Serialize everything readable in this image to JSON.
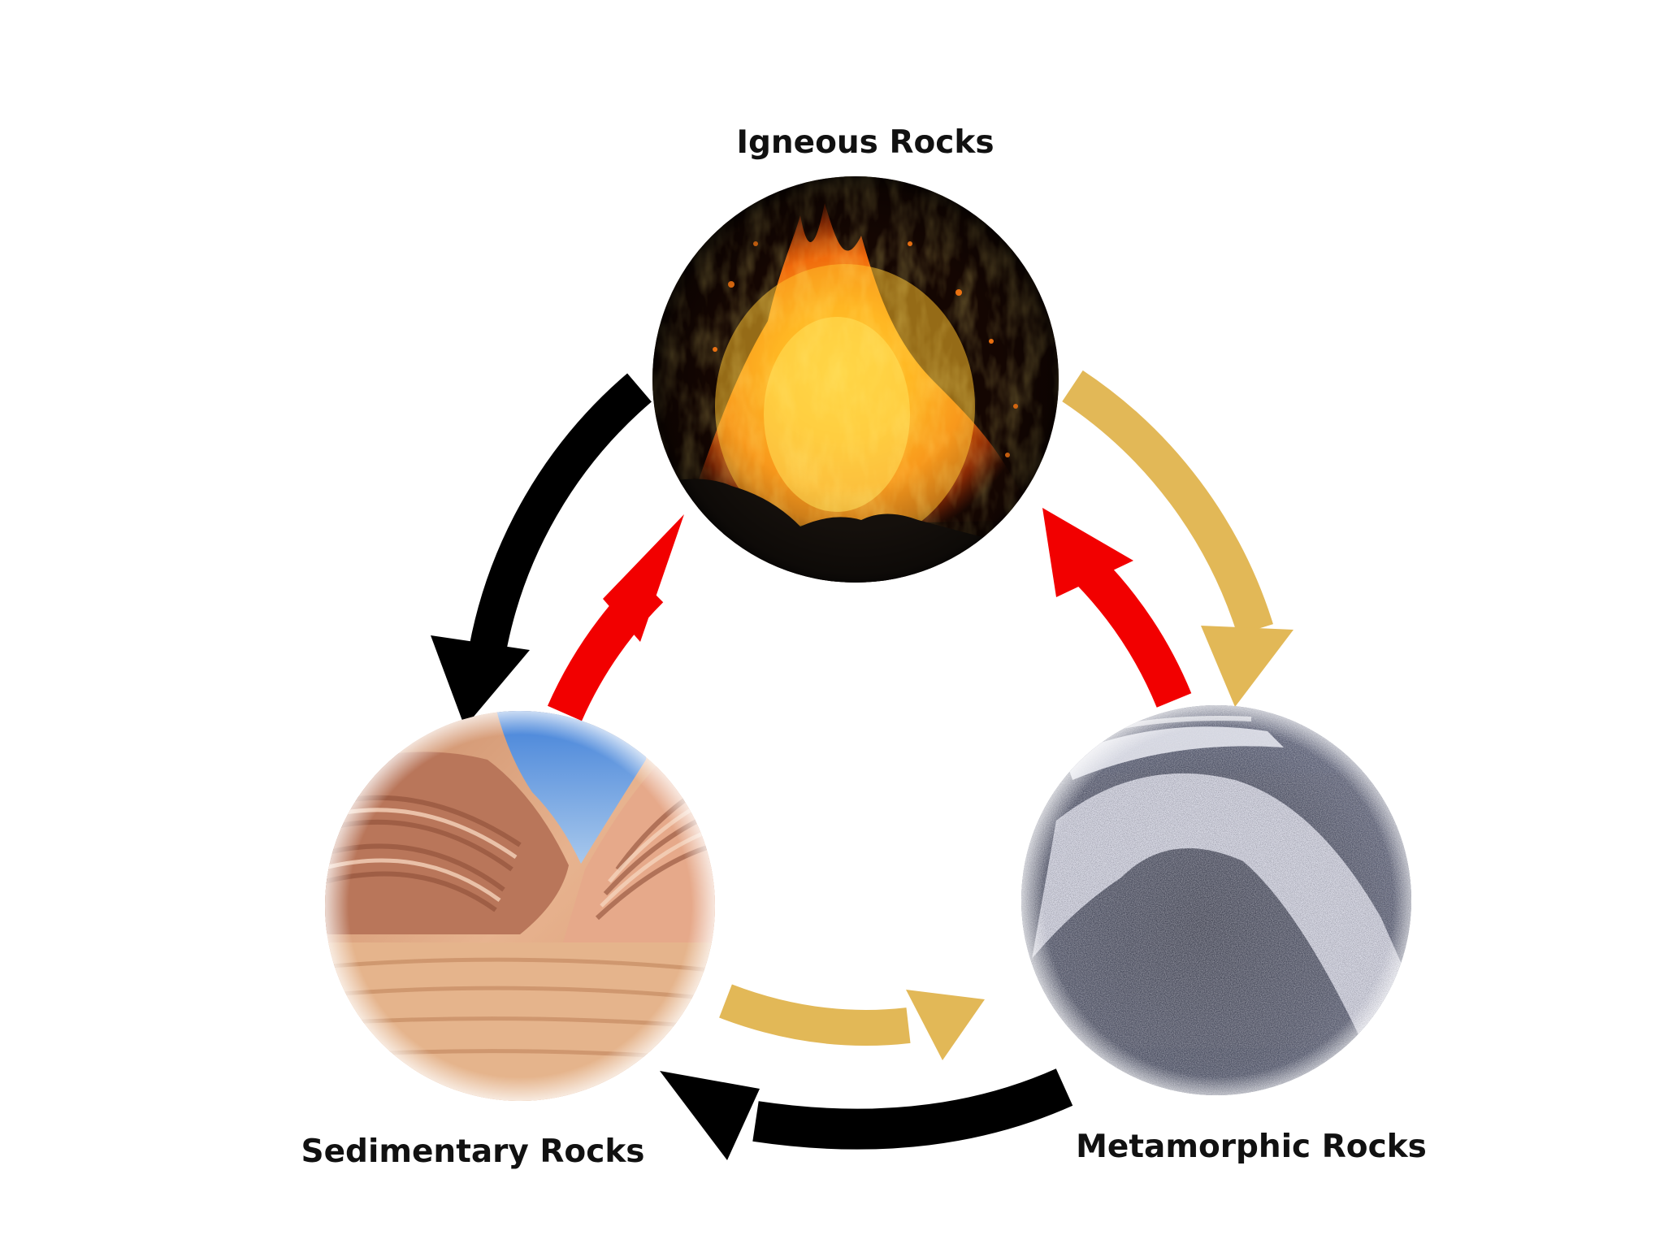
{
  "labels": {
    "igneous": "Igneous Rocks",
    "sedimentary": "Sedimentary Rocks",
    "metamorphic": "Metamorphic Rocks"
  },
  "colors": {
    "background": "#ffffff",
    "arrow_black": "#000000",
    "arrow_red": "#f20000",
    "arrow_tan": "#e2b857",
    "label_text": "#111111"
  },
  "icons": {
    "igneous": "erupting-lava-icon",
    "sedimentary": "layered-sandstone-icon",
    "metamorphic": "banded-gneiss-icon"
  }
}
